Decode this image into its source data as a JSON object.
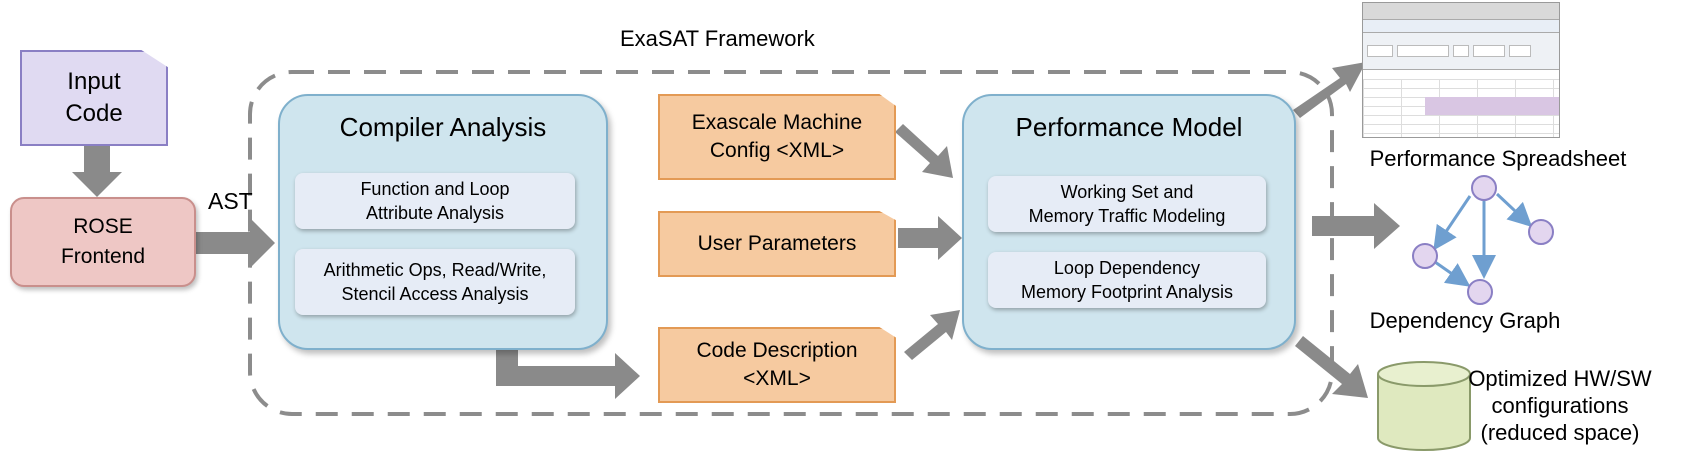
{
  "title": "ExaSAT Framework",
  "input_code": "Input\nCode",
  "rose_frontend": "ROSE\nFrontend",
  "ast_label": "AST",
  "compiler_analysis": {
    "title": "Compiler Analysis",
    "items": [
      "Function and Loop\nAttribute Analysis",
      "Arithmetic Ops, Read/Write,\nStencil Access Analysis"
    ]
  },
  "inputs": {
    "machine_config": "Exascale Machine\nConfig <XML>",
    "user_parameters": "User Parameters",
    "code_description": "Code Description\n<XML>"
  },
  "performance_model": {
    "title": "Performance Model",
    "items": [
      "Working Set and\nMemory Traffic Modeling",
      "Loop Dependency\nMemory Footprint Analysis"
    ]
  },
  "outputs": {
    "spreadsheet": "Performance Spreadsheet",
    "dependency_graph": "Dependency Graph",
    "optimized": "Optimized HW/SW\nconfigurations\n(reduced space)"
  },
  "colors": {
    "input_fill": "#e0daf2",
    "rose_fill": "#eec7c5",
    "panel_fill": "#cfe5ee",
    "orange_fill": "#f6caa0",
    "arrow": "#8a8a8a",
    "graph_node": "#e3d6ef",
    "graph_edge": "#6f9fd0",
    "db_fill": "#dfe9bf"
  }
}
